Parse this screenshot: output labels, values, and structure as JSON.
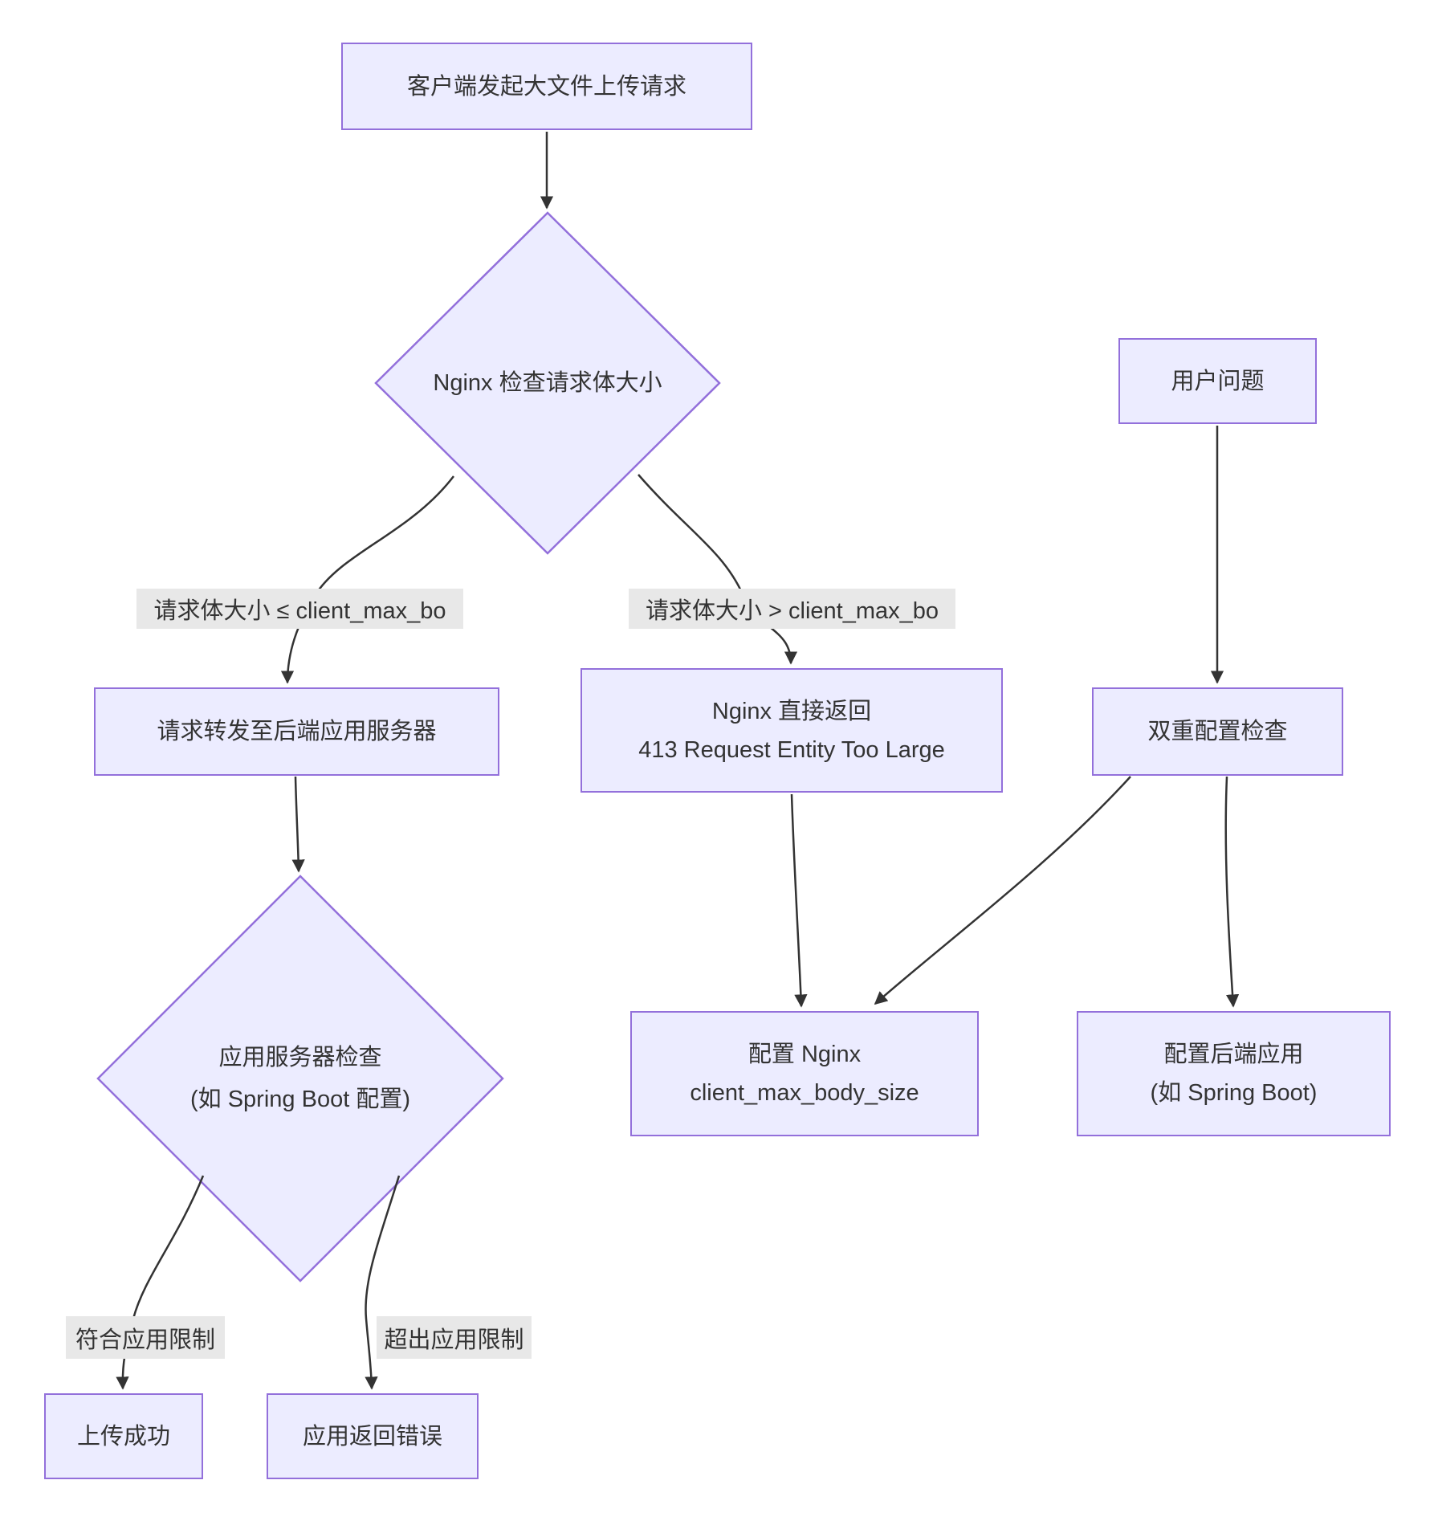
{
  "diagram": {
    "type": "flowchart",
    "colors": {
      "node_fill": "#ECECFF",
      "node_border": "#9370DB",
      "edge_color": "#333333",
      "text_color": "#333333",
      "edge_label_bg": "#e8e8e8",
      "background": "#ffffff"
    },
    "nodes": {
      "client_upload": {
        "label": "客户端发起大文件上传请求"
      },
      "nginx_check": {
        "label": "Nginx 检查请求体大小"
      },
      "forward_backend": {
        "label": "请求转发至后端应用服务器"
      },
      "nginx_413": {
        "line1": "Nginx 直接返回",
        "line2": "413 Request Entity Too Large"
      },
      "user_question": {
        "label": "用户问题"
      },
      "dual_config_check": {
        "label": "双重配置检查"
      },
      "app_server_check": {
        "line1": "应用服务器检查",
        "line2": "(如 Spring Boot 配置)"
      },
      "upload_success": {
        "label": "上传成功"
      },
      "app_error": {
        "label": "应用返回错误"
      },
      "config_nginx": {
        "line1": "配置 Nginx",
        "line2": "client_max_body_size"
      },
      "config_backend": {
        "line1": "配置后端应用",
        "line2": "(如 Spring Boot)"
      }
    },
    "edge_labels": {
      "le_limit": "请求体大小 ≤ client_max_bo",
      "gt_limit": "请求体大小 > client_max_bo",
      "within_app_limit": "符合应用限制",
      "exceed_app_limit": "超出应用限制"
    }
  }
}
